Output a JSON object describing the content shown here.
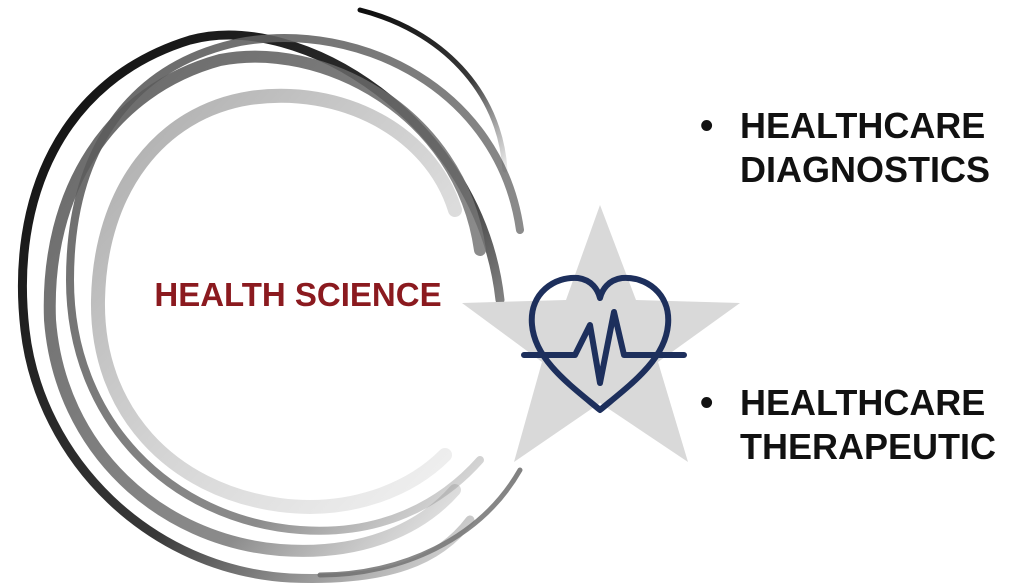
{
  "center_label": "HEALTH SCIENCE",
  "bullets": [
    {
      "lines": [
        "HEALTHCARE",
        "DIAGNOSTICS"
      ]
    },
    {
      "lines": [
        "HEALTHCARE",
        "THERAPEUTIC"
      ]
    }
  ],
  "bullet_glyph": "•",
  "colors": {
    "title": "#8b1a1f",
    "heart_stroke": "#1d2f5c",
    "star_fill": "#d9d9d9",
    "text": "#111111"
  },
  "icons": [
    "swirl-rings",
    "star-shape",
    "heartbeat-heart-icon"
  ]
}
